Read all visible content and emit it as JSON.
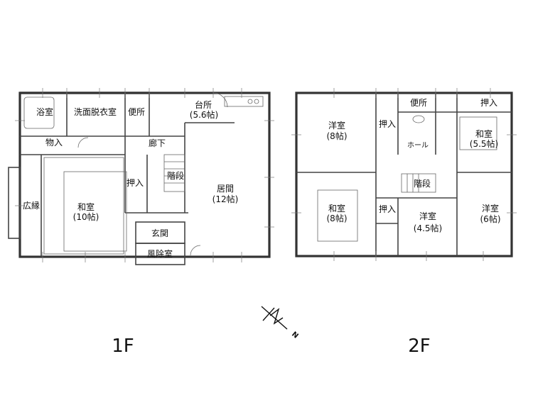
{
  "floor1": {
    "label": "1F",
    "rooms": {
      "bath": "浴室",
      "washroom": "洗面脱衣室",
      "toilet": "便所",
      "kitchen": "台所",
      "kitchen_size": "(5.6帖)",
      "storage": "物入",
      "hallway": "廊下",
      "stairs": "階段",
      "closet": "押入",
      "japanese_room": "和室",
      "japanese_room_size": "(10帖)",
      "living": "居間",
      "living_size": "(12帖)",
      "veranda": "広縁",
      "entrance": "玄関",
      "windbreak": "風除室"
    }
  },
  "floor2": {
    "label": "2F",
    "rooms": {
      "western_nw": "洋室",
      "western_nw_size": "(8帖)",
      "closet_mid_top": "押入",
      "toilet": "便所",
      "closet_ne": "押入",
      "japanese_ne": "和室",
      "japanese_ne_size": "(5.5帖)",
      "hall": "ホール",
      "stairs": "階段",
      "closet_mid_bottom": "押入",
      "japanese_sw": "和室",
      "japanese_sw_size": "(8帖)",
      "western_mid": "洋室",
      "western_mid_size": "(4.5帖)",
      "western_se": "洋室",
      "western_se_size": "(6帖)"
    }
  },
  "compass": {
    "north_label": "N"
  }
}
